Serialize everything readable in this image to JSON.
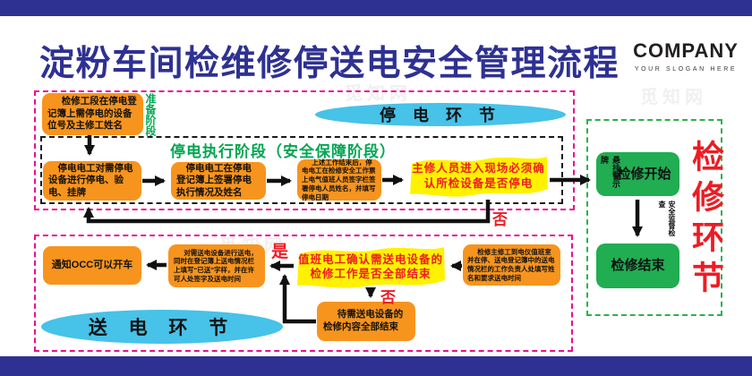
{
  "header": {
    "title": "淀粉车间检维修停送电安全管理流程",
    "company": "COMPANY",
    "slogan": "YOUR SLOGAN HERE"
  },
  "sections": {
    "power_off_stage": "停 电 环 节",
    "power_on_stage": "送 电 环 节",
    "maintenance_stage": "检修环节",
    "prepare_stage": "准备阶段",
    "execution_stage": "停电执行阶段（安全保障阶段）"
  },
  "nodes": {
    "register": "检修工段在停电登记簿上需停电的设备位号及主修工姓名",
    "cut_power": "停电电工对需停电设备进行停电、验电、挂牌",
    "sign_logbook": "停电电工在停电登记簿上签署停电执行情况及姓名",
    "sign_ticket": "上述工作结束后，停电电工在检修安全工作票上电气值班人员签字栏签署停电人员姓名，并填写停电日期",
    "confirm_power_off": "主修人员进入现场必须确认所检设备是否停电",
    "hang_warning_sign": "悬挂警示牌",
    "repair_start": "检修开始",
    "safety_supervision": "安全监督检查",
    "repair_end": "检修结束",
    "go_duty_room": "检修主修工到电仪值班室并在停、送电登记簿中的送电情况栏的工作负责人处填写姓名和要求送电时间",
    "confirm_repair_done": "值班电工确认需送电设备的检修工作是否全部结束",
    "wait_repair_done": "待需送电设备的检修内容全部结束",
    "send_power": "对需送电设备进行送电，同时在登记簿上送电情况栏上填写“已送”字样，并在许可人处签字及送电时间",
    "notify_occ": "通知OCC可以开车"
  },
  "labels": {
    "yes": "是",
    "no": "否"
  },
  "watermark": "觅知网",
  "colors": {
    "band_blue": "#2e3192",
    "orange": "#f7941e",
    "yellow": "#fff200",
    "green_box": "#21ad52",
    "green_text": "#00a651",
    "pink_border": "#ec0e8c",
    "green_border": "#2ab24c",
    "blue_ellipse": "#47c2e8",
    "red": "#ed1c24"
  }
}
